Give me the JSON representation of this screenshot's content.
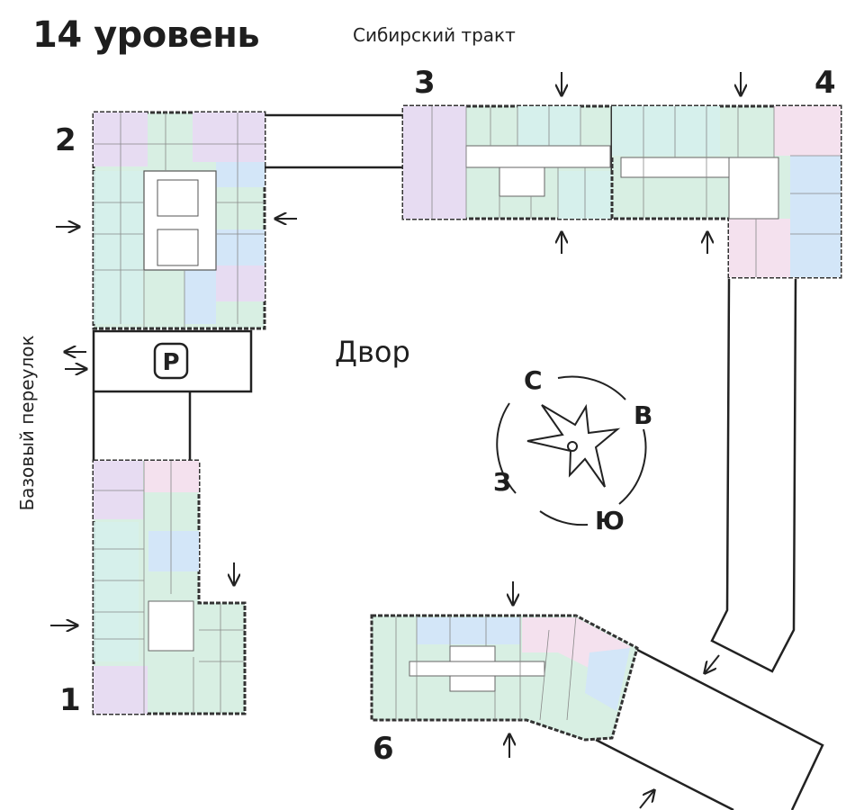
{
  "level_title": "14 уровень",
  "streets": {
    "north": "Сибирский тракт",
    "west": "Базовый переулок"
  },
  "yard_label": "Двор",
  "parking_label": "P",
  "sections": [
    "1",
    "2",
    "3",
    "4",
    "6"
  ],
  "compass": {
    "north": "С",
    "east": "В",
    "south": "Ю",
    "west": "З"
  },
  "colors": {
    "outline": "#333333",
    "wall": "#4a4a4a",
    "green": "#d8efe3",
    "mint": "#d6f0ec",
    "blue": "#d3e6f8",
    "lilac": "#e7dcf2",
    "pink": "#f4e1ee"
  }
}
